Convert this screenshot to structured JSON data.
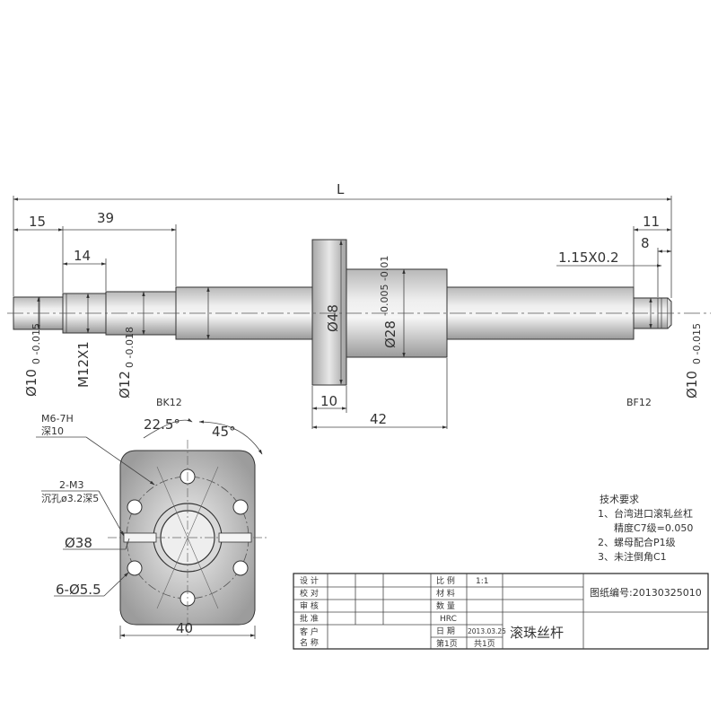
{
  "dims": {
    "L": "L",
    "d15": "15",
    "d39": "39",
    "d14": "14",
    "d11": "11",
    "d8": "8",
    "chamfer": "1.15X0.2",
    "d10": "10",
    "d42": "42",
    "d40": "40"
  },
  "dia": {
    "left_shaft": "Ø10",
    "left_shaft_tol": "0\n-0.015",
    "thread": "M12X1",
    "bearing": "Ø12",
    "bearing_tol": "0\n-0.018",
    "flange": "Ø48",
    "nut": "Ø28",
    "nut_tol": "-0.005\n-0.01",
    "right_shaft": "Ø10",
    "right_shaft_tol": "0\n-0.015"
  },
  "labels": {
    "bk": "BK12",
    "bf": "BF12",
    "m6": "M6-7H",
    "m6_depth": "深10",
    "m3": "2-M3",
    "m3_note": "沉孔ø3.2深5",
    "pcd": "Ø38",
    "holes": "6-Ø5.5",
    "angle1": "22.5°",
    "angle2": "45°"
  },
  "tech": {
    "title": "技术要求",
    "line1": "1、台湾进口滚轧丝杠",
    "line2": "精度C7级=0.050",
    "line3": "2、螺母配合P1级",
    "line4": "3、未注倒角C1"
  },
  "title_block": {
    "design": "设 计",
    "check": "校 对",
    "review": "审 核",
    "approve": "批 准",
    "customer1": "客 户",
    "customer2": "名 称",
    "scale_label": "比 例",
    "scale_value": "1:1",
    "material_label": "材 料",
    "quantity_label": "数 量",
    "hrc": "HRC",
    "date_label": "日 期",
    "date_value": "2013.03.25",
    "page": "第1页",
    "pages": "共1页",
    "drawing_no": "图纸编号:20130325010",
    "part_name": "滚珠丝杆"
  }
}
